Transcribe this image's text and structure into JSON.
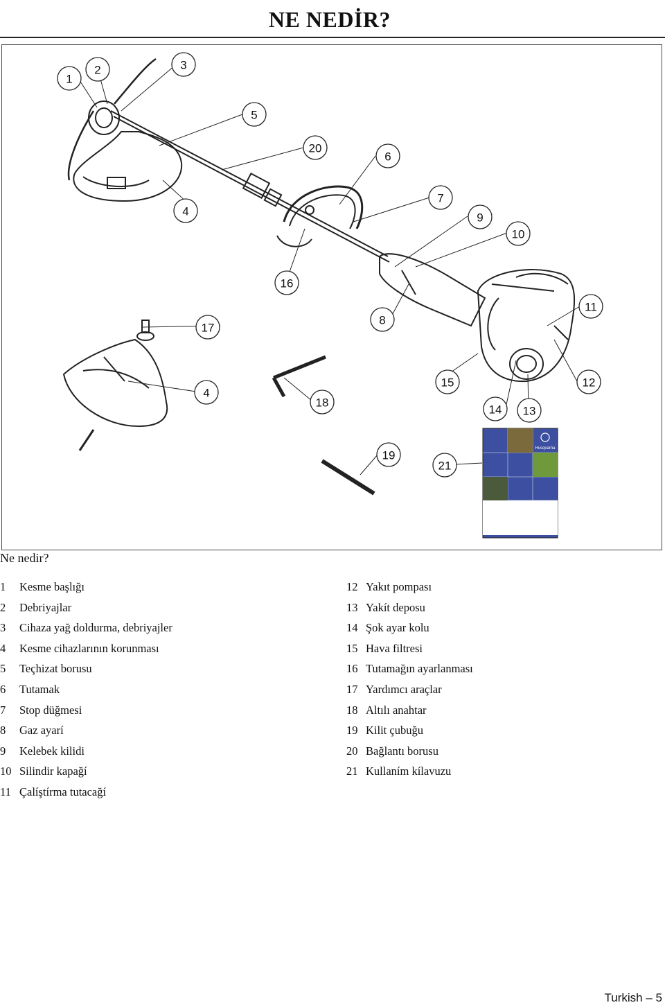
{
  "header": {
    "title": "NE NEDİR?"
  },
  "figure": {
    "callouts": [
      "1",
      "2",
      "3",
      "5",
      "20",
      "6",
      "4",
      "7",
      "9",
      "10",
      "16",
      "11",
      "17",
      "8",
      "4",
      "15",
      "12",
      "18",
      "14",
      "13",
      "19",
      "21"
    ],
    "manual_cover": {
      "brand": "Husqvarna"
    }
  },
  "legend": {
    "heading": "Ne nedir?",
    "left": [
      {
        "num": "1",
        "label": "Kesme başlığı"
      },
      {
        "num": "2",
        "label": "Debriyajlar"
      },
      {
        "num": "3",
        "label": "Cihaza yağ doldurma, debriyajler"
      },
      {
        "num": "4",
        "label": "Kesme cihazlarının korunması"
      },
      {
        "num": "5",
        "label": "Teçhizat borusu"
      },
      {
        "num": "6",
        "label": "Tutamak"
      },
      {
        "num": "7",
        "label": "Stop düğmesi"
      },
      {
        "num": "8",
        "label": "Gaz ayarí"
      },
      {
        "num": "9",
        "label": "Kelebek kilidi"
      },
      {
        "num": "10",
        "label": "Silindir kapağí"
      },
      {
        "num": "11",
        "label": "Çalíştírma tutacağí"
      }
    ],
    "right": [
      {
        "num": "12",
        "label": "Yakıt pompası"
      },
      {
        "num": "13",
        "label": "Yakít deposu"
      },
      {
        "num": "14",
        "label": "Şok ayar kolu"
      },
      {
        "num": "15",
        "label": "Hava filtresi"
      },
      {
        "num": "16",
        "label": "Tutamağın ayarlanması"
      },
      {
        "num": "17",
        "label": "Yardımcı araçlar"
      },
      {
        "num": "18",
        "label": "Altılı anahtar"
      },
      {
        "num": "19",
        "label": "Kilit çubuğu"
      },
      {
        "num": "20",
        "label": "Bağlantı borusu"
      },
      {
        "num": "21",
        "label": "Kullaním kílavuzu"
      }
    ]
  },
  "footer": {
    "page_label": "Turkish – 5"
  }
}
